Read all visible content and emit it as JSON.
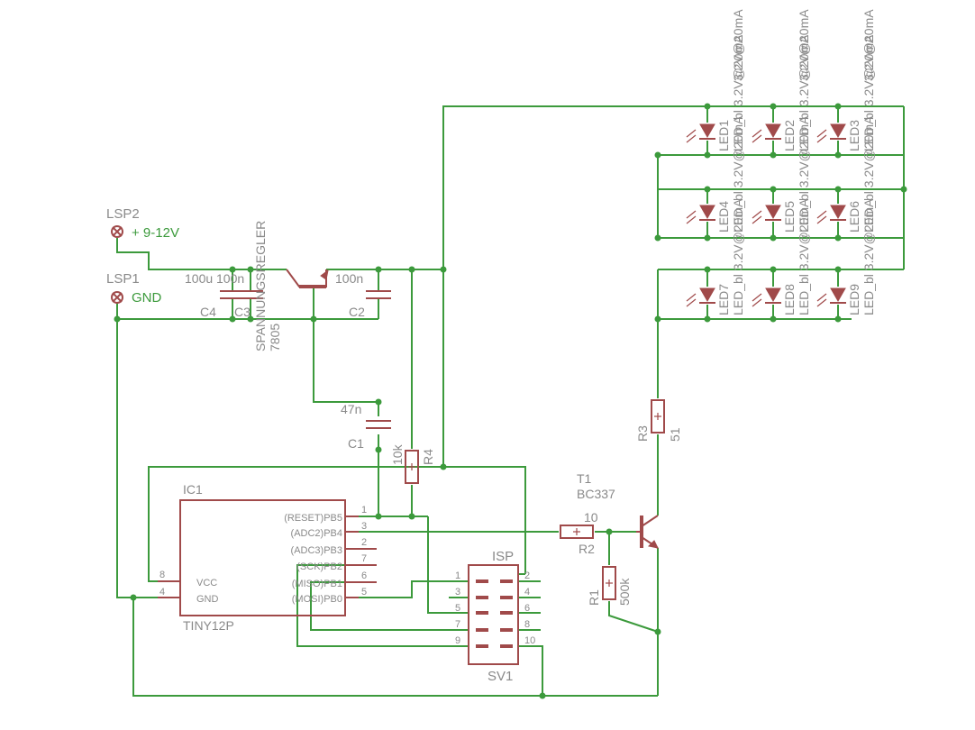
{
  "connectors": {
    "lsp2": {
      "name": "LSP2",
      "label": "+ 9-12V"
    },
    "lsp1": {
      "name": "LSP1",
      "label": "GND"
    }
  },
  "capacitors": {
    "c4": {
      "name": "C4",
      "value": "100u"
    },
    "c3": {
      "name": "C3",
      "value": "100n"
    },
    "c2": {
      "name": "C2",
      "value": "100n"
    },
    "c1": {
      "name": "C1",
      "value": "47n"
    }
  },
  "regulator": {
    "name": "SPANNUNGSREGLER",
    "value": "7805"
  },
  "resistors": {
    "r4": {
      "name": "R4",
      "value": "10k"
    },
    "r3": {
      "name": "R3",
      "value": "51"
    },
    "r2": {
      "name": "R2",
      "value": "10"
    },
    "r1": {
      "name": "R1",
      "value": "500k"
    }
  },
  "transistor": {
    "name": "T1",
    "value": "BC337"
  },
  "ic": {
    "name": "IC1",
    "value": "TINY12P",
    "pins_right": [
      {
        "num": "1",
        "label": "(RESET)PB5"
      },
      {
        "num": "3",
        "label": "(ADC2)PB4"
      },
      {
        "num": "2",
        "label": "(ADC3)PB3"
      },
      {
        "num": "7",
        "label": "(SCK)PB2"
      },
      {
        "num": "6",
        "label": "(MISO)PB1"
      },
      {
        "num": "5",
        "label": "(MOSI)PB0"
      }
    ],
    "pins_left": [
      {
        "num": "8",
        "label": "VCC"
      },
      {
        "num": "4",
        "label": "GND"
      }
    ]
  },
  "isp": {
    "title": "ISP",
    "name": "SV1",
    "left_pins": [
      "1",
      "3",
      "5",
      "7",
      "9"
    ],
    "right_pins": [
      "2",
      "4",
      "6",
      "8",
      "10"
    ]
  },
  "leds": [
    {
      "name": "LED1",
      "value": "LED_bl 3.2V@20mA"
    },
    {
      "name": "LED2",
      "value": "LED_bl 3.2V@20mA"
    },
    {
      "name": "LED3",
      "value": "LED_bl 3.2V@20mA"
    },
    {
      "name": "LED4",
      "value": "LED_bl 3.2V@20mA"
    },
    {
      "name": "LED5",
      "value": "LED_bl 3.2V@20mA"
    },
    {
      "name": "LED6",
      "value": "LED_bl 3.2V@20mA"
    },
    {
      "name": "LED7",
      "value": "LED_bl 3.2V@20mA"
    },
    {
      "name": "LED8",
      "value": "LED_bl 3.2V@20mA"
    },
    {
      "name": "LED9",
      "value": "LED_bl 3.2V@20mA"
    }
  ],
  "led_top_labels": [
    "3.2V@20mA",
    "3.2V@20mA",
    "3.2V@20mA"
  ]
}
